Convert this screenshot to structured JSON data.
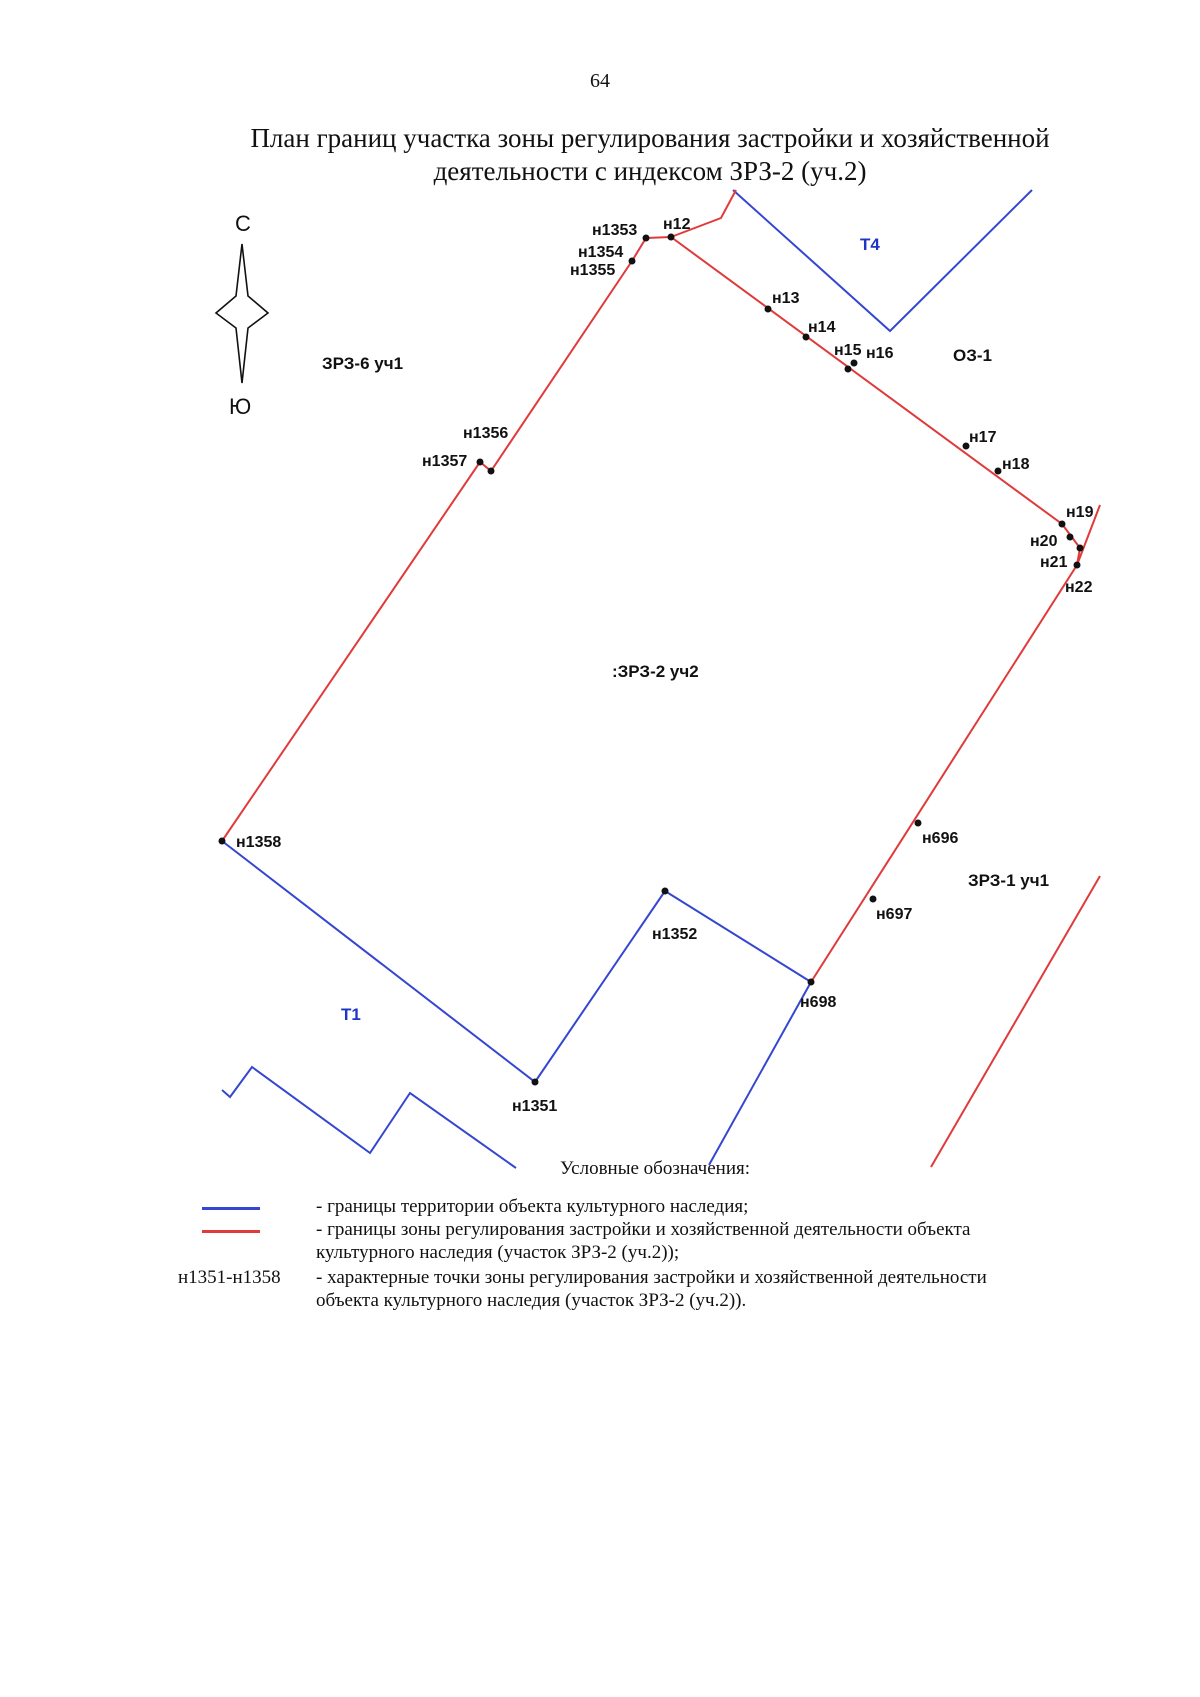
{
  "page_number": "64",
  "title": {
    "line1": "План границ участка зоны регулирования застройки и хозяйственной",
    "line2": "деятельности с индексом ЗРЗ-2 (уч.2)"
  },
  "compass": {
    "north": "С",
    "south": "Ю"
  },
  "zones": {
    "t4": "Т4",
    "t1": "Т1",
    "oz1": "ОЗ-1",
    "zrz6": "ЗРЗ-6 уч1",
    "zrz2": ":ЗРЗ-2 уч2",
    "zrz1": "ЗРЗ-1 уч1"
  },
  "points": {
    "n1353": "н1353",
    "n12": "н12",
    "n1354": "н1354",
    "n1355": "н1355",
    "n13": "н13",
    "n14": "н14",
    "n15": "н15",
    "n16": "н16",
    "n17": "н17",
    "n18": "н18",
    "n19": "н19",
    "n20": "н20",
    "n21": "н21",
    "n22": "н22",
    "n1356": "н1356",
    "n1357": "н1357",
    "n1358": "н1358",
    "n696": "н696",
    "n697": "н697",
    "n698": "н698",
    "n1352": "н1352",
    "n1351": "н1351"
  },
  "colors": {
    "cultural_heritage_boundary": "#3546d0",
    "zrz_boundary": "#e03a3a",
    "point": "#111111"
  },
  "legend": {
    "title": "Условные обозначения:",
    "blue_line": "- границы территории объекта культурного наследия;",
    "red_line_1": "- границы зоны регулирования застройки и хозяйственной деятельности объекта",
    "red_line_2": "культурного наследия (участок ЗРЗ-2 (уч.2));",
    "points_key": "н1351-н1358",
    "points_text_1": "- характерные точки зоны регулирования застройки и хозяйственной деятельности",
    "points_text_2": "объекта культурного наследия (участок ЗРЗ-2 (уч.2))."
  }
}
